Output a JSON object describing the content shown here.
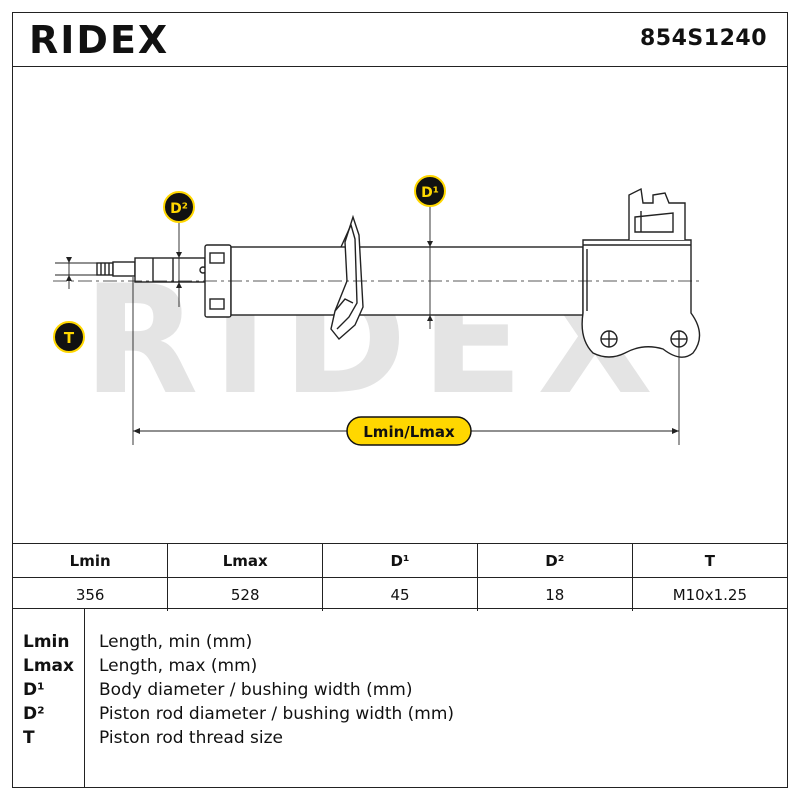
{
  "brand": {
    "logo": "RIDEX"
  },
  "part_number": "854S1240",
  "watermark": "RIDEX",
  "diagram_labels": {
    "d2": "D²",
    "d1": "D¹",
    "t": "T",
    "length": "Lmin/Lmax"
  },
  "specs": {
    "headers": [
      "Lmin",
      "Lmax",
      "D¹",
      "D²",
      "T"
    ],
    "values": [
      "356",
      "528",
      "45",
      "18",
      "M10x1.25"
    ]
  },
  "legend": [
    {
      "code": "Lmin",
      "desc": "Length, min (mm)"
    },
    {
      "code": "Lmax",
      "desc": "Length, max (mm)"
    },
    {
      "code": "D¹",
      "desc": "Body diameter / bushing width (mm)"
    },
    {
      "code": "D²",
      "desc": "Piston rod diameter / bushing width (mm)"
    },
    {
      "code": "T",
      "desc": "Piston rod thread size"
    }
  ],
  "colors": {
    "accent": "#FFD700",
    "badge": "#111111",
    "line": "#222222",
    "watermark": "#e4e4e4"
  }
}
